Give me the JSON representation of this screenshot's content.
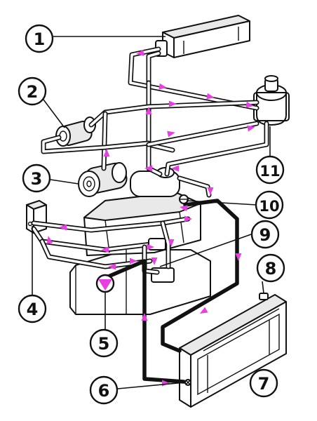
{
  "callouts": [
    {
      "id": "1",
      "label": "1"
    },
    {
      "id": "2",
      "label": "2"
    },
    {
      "id": "3",
      "label": "3"
    },
    {
      "id": "4",
      "label": "4"
    },
    {
      "id": "5",
      "label": "5"
    },
    {
      "id": "6",
      "label": "6"
    },
    {
      "id": "7",
      "label": "7"
    },
    {
      "id": "8",
      "label": "8"
    },
    {
      "id": "9",
      "label": "9"
    },
    {
      "id": "10",
      "label": "10"
    },
    {
      "id": "11",
      "label": "11"
    }
  ],
  "colors": {
    "flow_arrow": "#e83fe0",
    "line": "#111111",
    "background": "#ffffff"
  }
}
